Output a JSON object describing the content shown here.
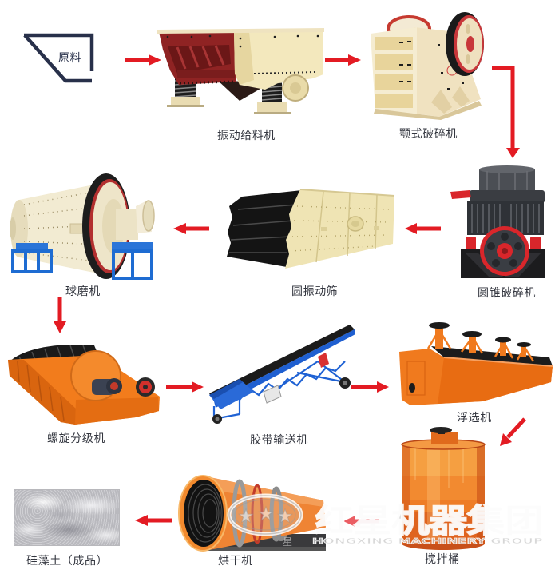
{
  "diagram": {
    "kind": "process-flow",
    "start": {
      "id": "raw-material",
      "label": "原料",
      "icon": "hopper-outline-icon"
    },
    "nodes": [
      {
        "id": "vibrating-feeder",
        "label": "振动给料机",
        "image": "vibrating-feeder-photo"
      },
      {
        "id": "jaw-crusher",
        "label": "颚式破碎机",
        "image": "jaw-crusher-photo"
      },
      {
        "id": "cone-crusher",
        "label": "圆锥破碎机",
        "image": "cone-crusher-photo"
      },
      {
        "id": "circular-vibrating-screen",
        "label": "圆振动筛",
        "image": "vibrating-screen-photo"
      },
      {
        "id": "ball-mill",
        "label": "球磨机",
        "image": "ball-mill-photo"
      },
      {
        "id": "spiral-classifier",
        "label": "螺旋分级机",
        "image": "spiral-classifier-photo"
      },
      {
        "id": "belt-conveyor",
        "label": "胶带输送机",
        "image": "belt-conveyor-photo"
      },
      {
        "id": "flotation-machine",
        "label": "浮选机",
        "image": "flotation-machine-photo"
      },
      {
        "id": "agitation-tank",
        "label": "搅拌桶",
        "image": "agitation-tank-photo"
      },
      {
        "id": "dryer",
        "label": "烘干机",
        "image": "rotary-dryer-photo"
      },
      {
        "id": "finished-product",
        "label": "硅藻土（成品）",
        "image": "diatomite-powder-photo"
      }
    ],
    "edges": [
      {
        "from": "raw-material",
        "to": "vibrating-feeder",
        "arrow": "right"
      },
      {
        "from": "vibrating-feeder",
        "to": "jaw-crusher",
        "arrow": "right"
      },
      {
        "from": "jaw-crusher",
        "to": "cone-crusher",
        "arrow": "right-then-down"
      },
      {
        "from": "cone-crusher",
        "to": "circular-vibrating-screen",
        "arrow": "left"
      },
      {
        "from": "circular-vibrating-screen",
        "to": "ball-mill",
        "arrow": "left"
      },
      {
        "from": "ball-mill",
        "to": "spiral-classifier",
        "arrow": "down"
      },
      {
        "from": "spiral-classifier",
        "to": "belt-conveyor",
        "arrow": "right"
      },
      {
        "from": "belt-conveyor",
        "to": "flotation-machine",
        "arrow": "right"
      },
      {
        "from": "flotation-machine",
        "to": "agitation-tank",
        "arrow": "down-left"
      },
      {
        "from": "agitation-tank",
        "to": "dryer",
        "arrow": "left"
      },
      {
        "from": "dryer",
        "to": "finished-product",
        "arrow": "left"
      }
    ]
  },
  "watermark": {
    "logo_icon": "three-stars-oval-logo-icon",
    "logo_char": "星",
    "company_cn": "红星机器集团",
    "company_en": "HONGXING MACHINERY GROUP"
  },
  "colors": {
    "arrow": "#e31b23",
    "label_text": "#33363f",
    "start_icon_stroke": "#28304a",
    "background": "#ffffff"
  }
}
